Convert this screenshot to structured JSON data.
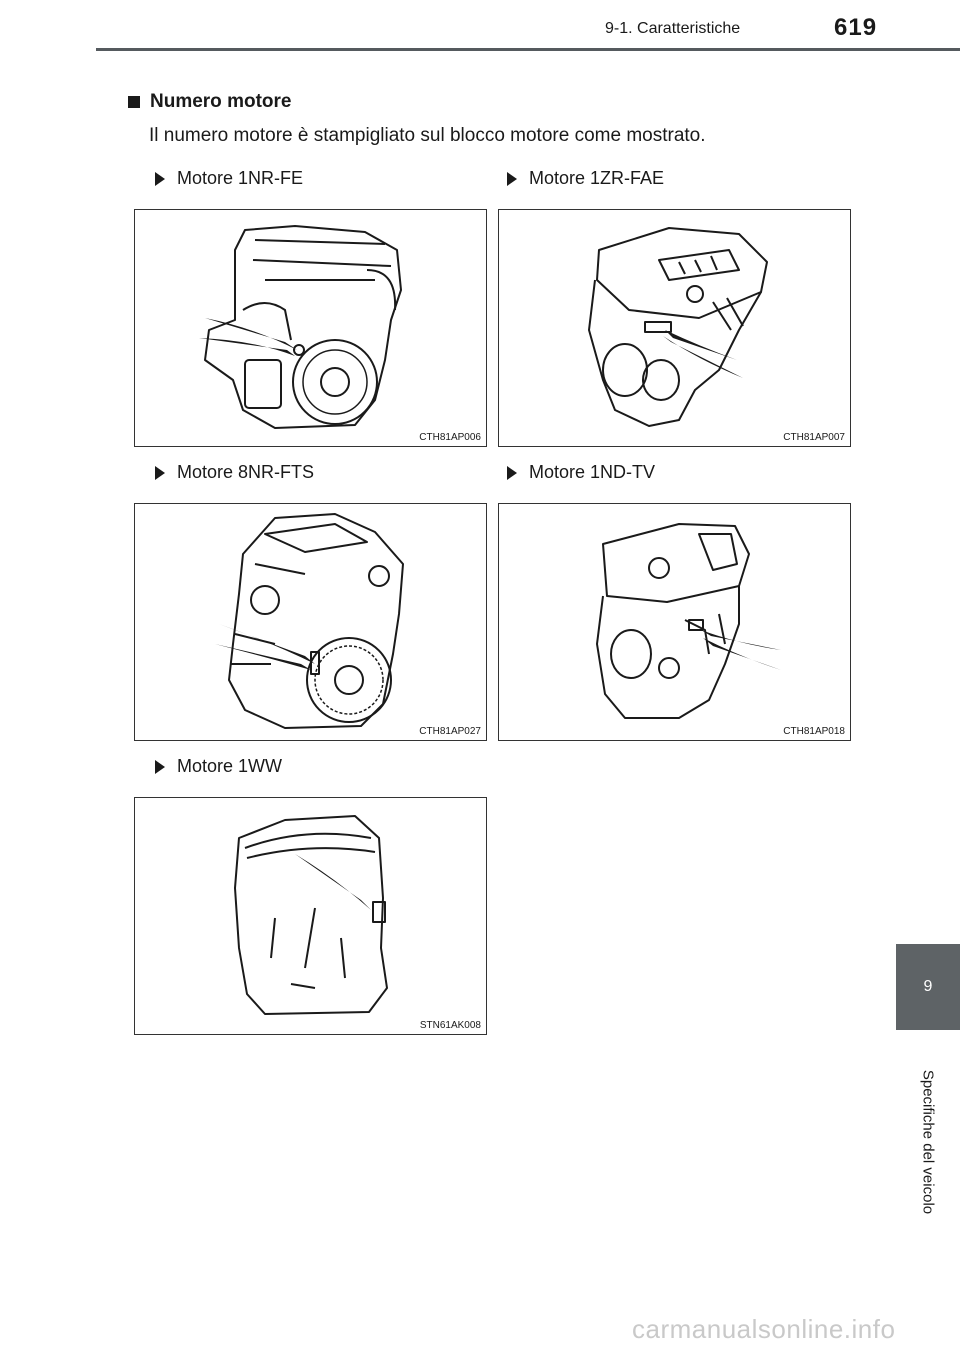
{
  "header": {
    "section": "9-1. Caratteristiche",
    "page_number": "619"
  },
  "section": {
    "title": "Numero motore",
    "intro": "Il numero motore è stampigliato sul blocco motore come mostrato."
  },
  "figures": [
    {
      "caption": "Motore 1NR-FE",
      "code": "CTH81AP006",
      "icon": "triangle-bullet-icon"
    },
    {
      "caption": "Motore 1ZR-FAE",
      "code": "CTH81AP007",
      "icon": "triangle-bullet-icon"
    },
    {
      "caption": "Motore 8NR-FTS",
      "code": "CTH81AP027",
      "icon": "triangle-bullet-icon"
    },
    {
      "caption": "Motore 1ND-TV",
      "code": "CTH81AP018",
      "icon": "triangle-bullet-icon"
    },
    {
      "caption": "Motore 1WW",
      "code": "STN61AK008",
      "icon": "triangle-bullet-icon"
    }
  ],
  "side_tab": {
    "number": "9",
    "label": "Specifiche del veicolo"
  },
  "watermark": "carmanualsonline.info",
  "colors": {
    "tab_gray": "#5e6366",
    "text": "#1a1a1a",
    "watermark": "#c9c9c9"
  }
}
